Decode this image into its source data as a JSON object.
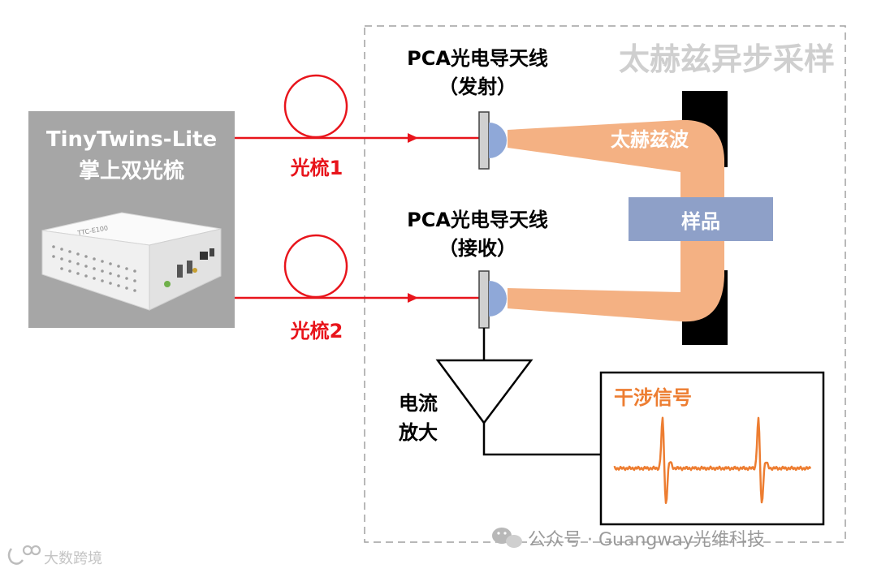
{
  "device": {
    "title_line1": "TinyTwins-Lite",
    "title_line2": "掌上双光梳",
    "model_label": "TTC-E100"
  },
  "combs": {
    "comb1_label": "光梳1",
    "comb2_label": "光梳2"
  },
  "sampling_box": {
    "title": "太赫兹异步采样"
  },
  "emitter": {
    "line1": "PCA光电导天线",
    "line2": "（发射）"
  },
  "receiver": {
    "line1": "PCA光电导天线",
    "line2": "（接收）"
  },
  "thz_wave_label": "太赫兹波",
  "sample_label": "样品",
  "amplifier": {
    "line1": "电流",
    "line2": "放大"
  },
  "signal_box": {
    "title": "干涉信号"
  },
  "watermarks": {
    "wechat": "公众号 · Guangway光维科技",
    "corner": "大数跨境"
  },
  "colors": {
    "laser": "#e8141b",
    "thz_beam": "#f4b183",
    "signal": "#ed7d31",
    "sample": "#8ea0c8",
    "device_panel": "#a6a6a6",
    "antenna_lens": "#8fa8d8"
  }
}
